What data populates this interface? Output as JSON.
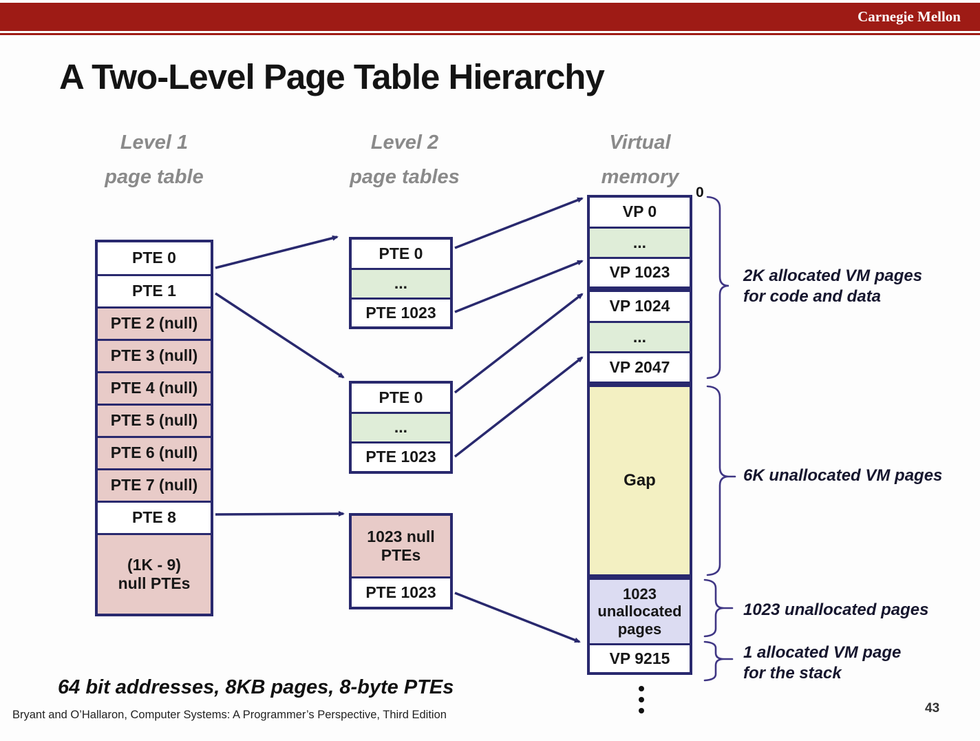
{
  "slide": {
    "brand": "Carnegie Mellon",
    "title": "A Two-Level Page Table Hierarchy",
    "note": "64 bit addresses, 8KB pages, 8-byte PTEs",
    "footer": "Bryant and O’Hallaron, Computer Systems: A Programmer’s Perspective, Third Edition",
    "page_number": "43"
  },
  "column_headers": {
    "level1": "Level 1\npage table",
    "level2": "Level 2\npage tables",
    "vm": "Virtual\nmemory"
  },
  "l1": {
    "cells": [
      "PTE 0",
      "PTE 1",
      "PTE 2 (null)",
      "PTE 3 (null)",
      "PTE 4 (null)",
      "PTE 5 (null)",
      "PTE 6 (null)",
      "PTE 7 (null)",
      "PTE 8",
      "(1K - 9)\nnull PTEs"
    ]
  },
  "l2a": {
    "cells": [
      "PTE 0",
      "...",
      "PTE 1023"
    ]
  },
  "l2b": {
    "cells": [
      "PTE 0",
      "...",
      "PTE 1023"
    ]
  },
  "l2c": {
    "cells": [
      "1023 null\nPTEs",
      "PTE 1023"
    ]
  },
  "vm": {
    "zero_label": "0",
    "boxA": [
      "VP 0",
      "...",
      "VP 1023"
    ],
    "boxB": [
      "VP 1024",
      "...",
      "VP 2047"
    ],
    "boxC": [
      "Gap"
    ],
    "boxD": [
      "1023\nunallocated\npages",
      "VP 9215"
    ]
  },
  "annotations": {
    "a2k": "2K allocated VM pages\nfor code and data",
    "a6k": "6K unallocated VM pages",
    "a1023": "1023 unallocated  pages",
    "a1stack": "1 allocated VM page\nfor the stack"
  },
  "colors": {
    "bar_red": "#9e1b15",
    "navy": "#29296e",
    "pink": "#e8cbc8",
    "green": "#dfedd8",
    "yellow": "#f3f0c2",
    "lavender": "#dcdcf2",
    "gray_label": "#8a8a8a",
    "brace": "#3f3684"
  }
}
